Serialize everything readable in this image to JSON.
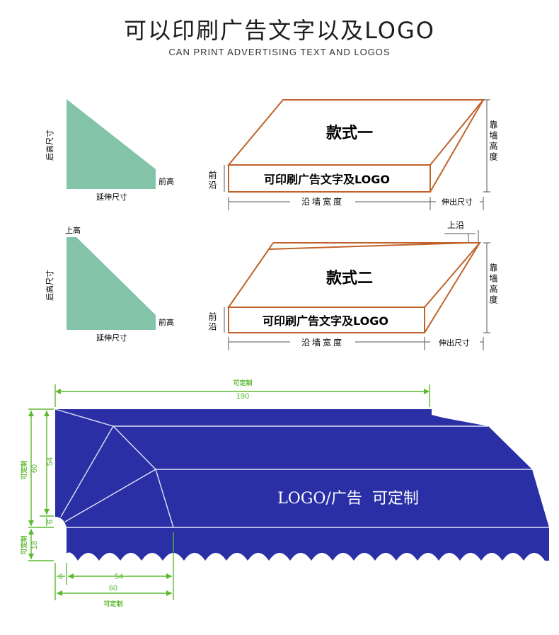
{
  "header": {
    "title": "可以印刷广告文字以及LOGO",
    "subtitle": "CAN PRINT ADVERTISING TEXT AND LOGOS"
  },
  "profile1": {
    "side": "后高尺寸",
    "bottom": "延伸尺寸",
    "front": "前高"
  },
  "profile2": {
    "side": "后高尺寸",
    "bottom": "延伸尺寸",
    "front": "前高",
    "top": "上高"
  },
  "style1": {
    "name": "款式一",
    "banner": "可印刷广告文字及LOGO",
    "front_edge": "前沿",
    "wall_height": "靠墙高度",
    "wall_width": "沿墙宽度",
    "extension": "伸出尺寸"
  },
  "style2": {
    "name": "款式二",
    "banner": "可印刷广告文字及LOGO",
    "front_edge": "前沿",
    "wall_height": "靠墙高度",
    "wall_width": "沿墙宽度",
    "extension": "伸出尺寸",
    "top_edge": "上沿"
  },
  "awning": {
    "text": "LOGO/广告  可定制",
    "custom_label": "可定制",
    "dim_top": "190",
    "dim_height_total": "60",
    "dim_height_slope": "54",
    "dim_height_gap": "6",
    "dim_valance": "18",
    "dim_bottom_gap": "6",
    "dim_bottom_slope": "54",
    "dim_bottom_total": "60",
    "colors": {
      "fabric": "#2b2fa6",
      "dimension": "#5cb82f",
      "profile": "#83c4a9",
      "outline": "#c0622a"
    }
  }
}
